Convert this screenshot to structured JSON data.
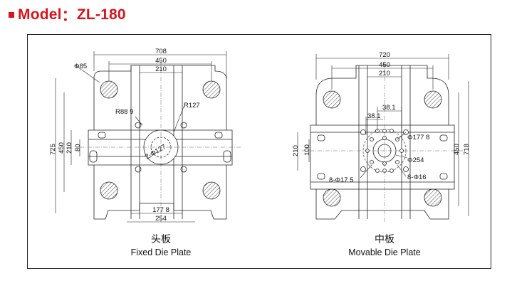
{
  "header": {
    "prefix": "Model",
    "separator": "：",
    "model": "ZL-180",
    "accent_color": "#d8141b"
  },
  "fixed_plate": {
    "caption_cn": "头板",
    "caption_en": "Fixed Die Plate",
    "dims": {
      "overall_width": "708",
      "tiebar_spacing": "450",
      "inner_width": "210",
      "tiebar_dia": "Φ85",
      "corner_radius": "R88 9",
      "center_radius": "R127",
      "center_hole": "2-Φ127",
      "overall_height": "725",
      "height_450": "450",
      "height_210": "210",
      "height_80": "80",
      "slot_178": "177 8",
      "slot_254": "254"
    }
  },
  "movable_plate": {
    "caption_cn": "中板",
    "caption_en": "Movable Die Plate",
    "dims": {
      "overall_width": "720",
      "tiebar_spacing": "450",
      "inner_width": "210",
      "ejector_381_top": "38.1",
      "ejector_381_side": "38.1",
      "bolt_circle": "Φ177 8",
      "center_hole": "Φ254",
      "holes_175": "8-Φ17 5",
      "holes_16": "8-Φ16",
      "height_210": "210",
      "height_100": "100",
      "height_450": "450",
      "overall_height": "718"
    }
  }
}
